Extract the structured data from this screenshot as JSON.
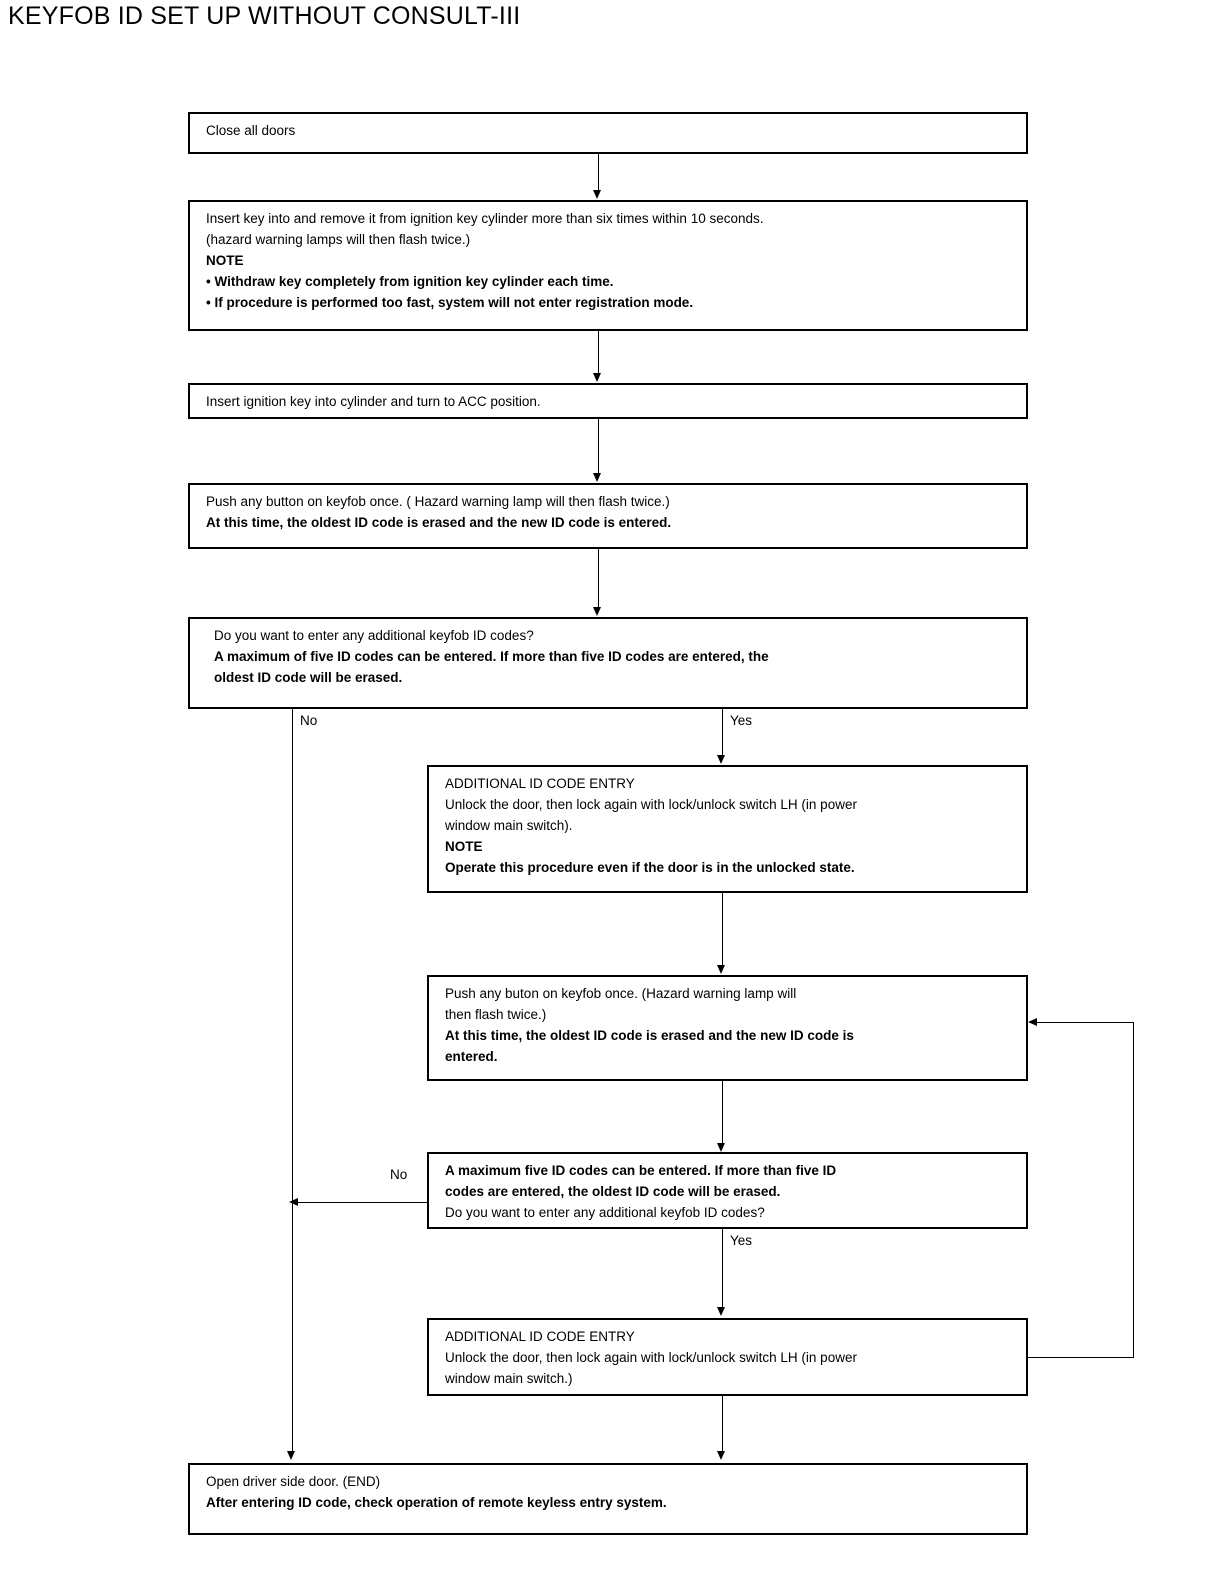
{
  "title": "KEYFOB ID SET UP WITHOUT CONSULT-III",
  "boxes": {
    "close_doors": {
      "lines": [
        {
          "text": "Close all doors",
          "bold": false
        }
      ]
    },
    "insert_key_cycle": {
      "lines": [
        {
          "text": "Insert key into and remove it from ignition key cylinder more than six times within 10 seconds.",
          "bold": false
        },
        {
          "text": "(hazard warning lamps will then flash twice.)",
          "bold": false
        },
        {
          "text": "NOTE",
          "bold": true
        },
        {
          "text": "• Withdraw key completely from ignition key cylinder each time.",
          "bold": true
        },
        {
          "text": "• If procedure is performed too fast, system will not enter registration mode.",
          "bold": true
        }
      ]
    },
    "turn_acc": {
      "lines": [
        {
          "text": "Insert ignition key into cylinder and turn to ACC position.",
          "bold": false
        }
      ]
    },
    "push_button_1": {
      "lines": [
        {
          "text": "Push any button on keyfob once. ( Hazard warning lamp will then flash twice.)",
          "bold": false
        },
        {
          "text": "At this time, the oldest ID code is erased and the new ID code is entered.",
          "bold": true
        }
      ]
    },
    "decision_1": {
      "lines": [
        {
          "text": "Do you want to enter any additional keyfob ID codes?",
          "bold": false
        },
        {
          "text": "A maximum of five ID codes can be entered. If more than five ID codes are entered, the",
          "bold": true
        },
        {
          "text": "oldest ID code will be erased.",
          "bold": true
        }
      ]
    },
    "additional_entry_1": {
      "lines": [
        {
          "text": "ADDITIONAL ID CODE ENTRY",
          "bold": false
        },
        {
          "text": "Unlock the door, then lock again with lock/unlock switch LH (in power",
          "bold": false
        },
        {
          "text": "window main switch).",
          "bold": false
        },
        {
          "text": "NOTE",
          "bold": true
        },
        {
          "text": "Operate this procedure even if the door is in the unlocked state.",
          "bold": true
        }
      ]
    },
    "push_button_2": {
      "lines": [
        {
          "text": "Push any buton on keyfob once. (Hazard warning lamp will",
          "bold": false
        },
        {
          "text": "then flash twice.)",
          "bold": false
        },
        {
          "text": "At this time, the oldest ID code is erased and the new ID code is",
          "bold": true
        },
        {
          "text": "entered.",
          "bold": true
        }
      ]
    },
    "decision_2": {
      "lines": [
        {
          "text": "A maximum five ID codes can be entered. If more than five ID",
          "bold": true
        },
        {
          "text": "codes are entered, the oldest ID code will be erased.",
          "bold": true
        },
        {
          "text": "Do you want to enter any additional keyfob ID codes?",
          "bold": false
        }
      ]
    },
    "additional_entry_2": {
      "lines": [
        {
          "text": "ADDITIONAL ID CODE ENTRY",
          "bold": false
        },
        {
          "text": "Unlock the door, then lock again with lock/unlock switch LH (in power",
          "bold": false
        },
        {
          "text": "window main switch.)",
          "bold": false
        }
      ]
    },
    "end": {
      "lines": [
        {
          "text": "Open driver side door. (END)",
          "bold": false
        },
        {
          "text": "After entering ID code, check operation of remote keyless entry system.",
          "bold": true
        }
      ]
    }
  },
  "branch_labels": {
    "decision_1_no": "No",
    "decision_1_yes": "Yes",
    "decision_2_no": "No",
    "decision_2_yes": "Yes"
  },
  "colors": {
    "stroke": "#000000",
    "background": "#ffffff"
  }
}
